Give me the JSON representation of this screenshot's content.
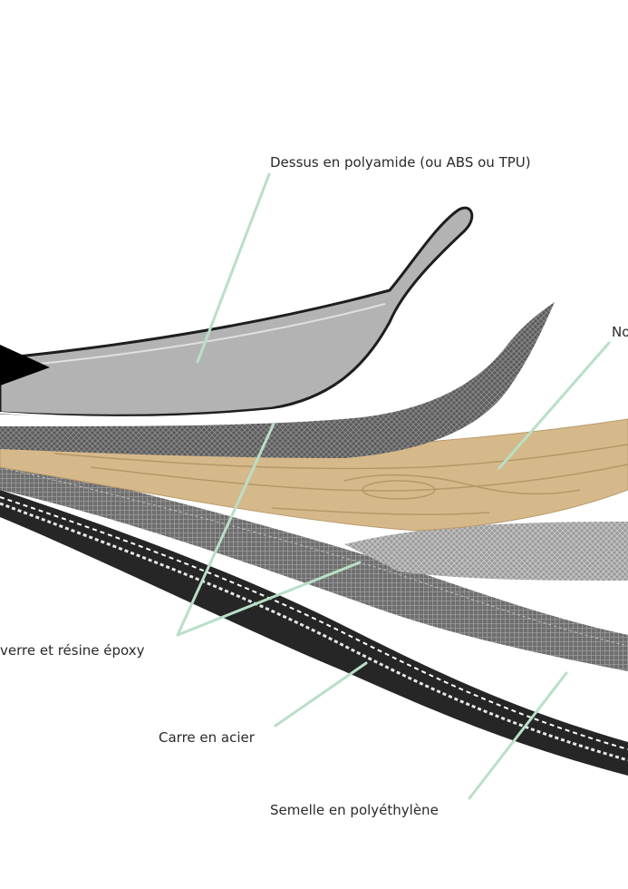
{
  "labels": {
    "top": "Dessus en polyamide (ou ABS ou TPU)",
    "core": "No",
    "fiberglass": "verre et résine époxy",
    "edge": "Carre en acier",
    "base": "Semelle en polyéthylène"
  },
  "colors": {
    "leader": "#b9dfc8",
    "top_sheet": "#b3b3b3",
    "wood": "#d6b98a",
    "base": "#262626",
    "fiber": "#7a7a7a",
    "text": "#2a2a2a"
  }
}
